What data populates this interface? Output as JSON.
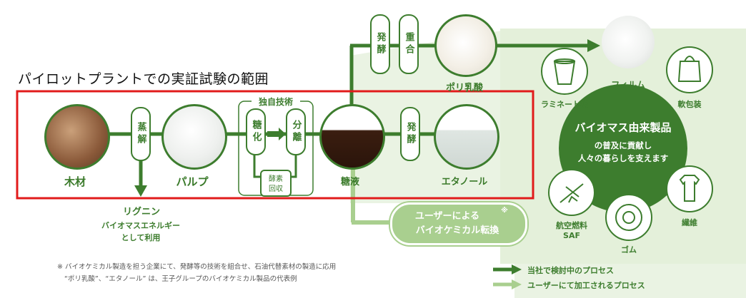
{
  "title": "パイロットプラントでの実証試験の範囲",
  "nodes": {
    "wood": "木材",
    "pulp": "パルプ",
    "sugar": "糖液",
    "ethanol": "エタノール",
    "pla": "ポリ乳酸",
    "film": "フィルム",
    "laminate": "ラミネート紙",
    "soft_pack": "軟包装",
    "fiber": "繊維",
    "rubber": "ゴム",
    "saf_line1": "航空燃料",
    "saf_line2": "SAF"
  },
  "steps": {
    "steam": "蒸解",
    "saccharify": "糖化",
    "separate": "分離",
    "ferment1": "発酵",
    "ferment2": "発酵",
    "polymerize": "重合"
  },
  "proprietary_tech": "独自技術",
  "enzyme_recovery_line1": "酵素",
  "enzyme_recovery_line2": "回収",
  "lignin": {
    "title": "リグニン",
    "line1": "バイオマスエネルギー",
    "line2": "として利用"
  },
  "user_conversion": {
    "line1": "ユーザーによる",
    "mark": "※",
    "line2": "バイオケミカル転換"
  },
  "biomass_products": {
    "title": "バイオマス由来製品",
    "line1": "の普及に貢献し",
    "line2": "人々の暮らしを支えます"
  },
  "notes": {
    "line1": "※ バイオケミカル製造を担う企業にて、発酵等の技術を組合せ、石油代替素材の製造に応用",
    "line2": "“ポリ乳酸”、“エタノール” は、王子グループのバイオケミカル製品の代表例"
  },
  "legend": {
    "company": "当社で検討中のプロセス",
    "user": "ユーザーにて加工されるプロセス"
  },
  "colors": {
    "dark_green": "#3d7d2e",
    "light_green": "#a9cf8f",
    "bg_green": "#e6f1dd",
    "red_frame": "#e11b1b"
  }
}
